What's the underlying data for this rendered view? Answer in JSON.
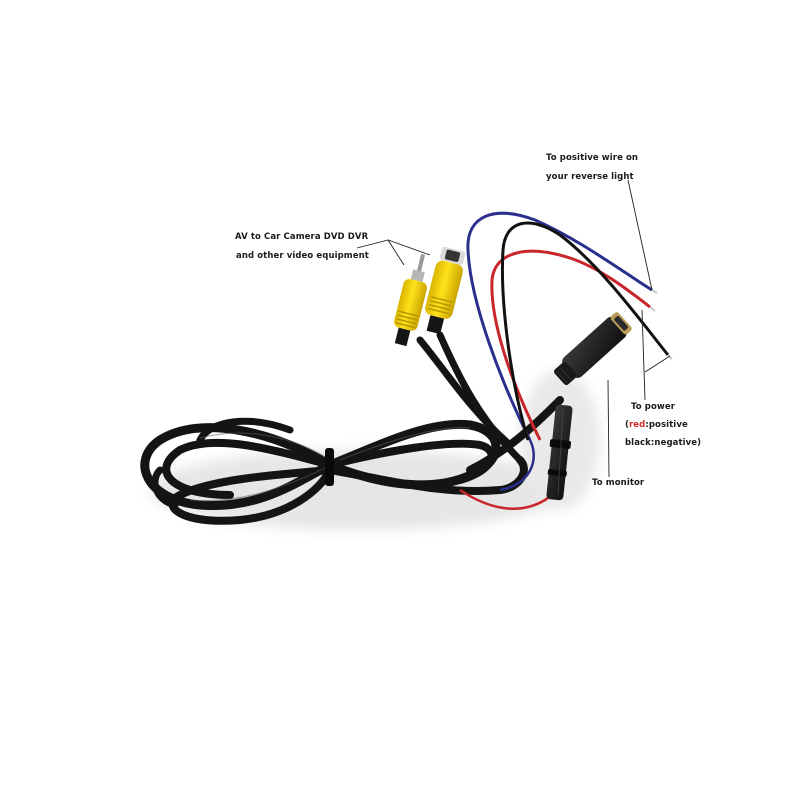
{
  "product": {
    "description": "Reverse camera video/power extension cable with dual RCA plugs, 4-pin female connector, inline fuse holder and bare power wires",
    "wire_colors": {
      "red": "#c8262b",
      "black": "#111111",
      "blue": "#2a2f8c",
      "rca_yellow": "#f2cf00",
      "cable_black": "#151515"
    }
  },
  "annotations": {
    "av": {
      "line1": "AV to Car Camera DVD DVR",
      "line2": "and other video equipment"
    },
    "reverse_light": {
      "line1": "To positive wire on",
      "line2": "your reverse light"
    },
    "power": {
      "line1": "To power",
      "line2_open": "(",
      "line2_red": "red",
      "line2_rest": ":positive",
      "line3": "black:negative)"
    },
    "monitor": {
      "line1": "To monitor"
    }
  },
  "colors": {
    "background": "#ffffff",
    "label_text": "#1a1a1a",
    "highlight_red": "#d42a2a",
    "leader_line": "#222222"
  }
}
